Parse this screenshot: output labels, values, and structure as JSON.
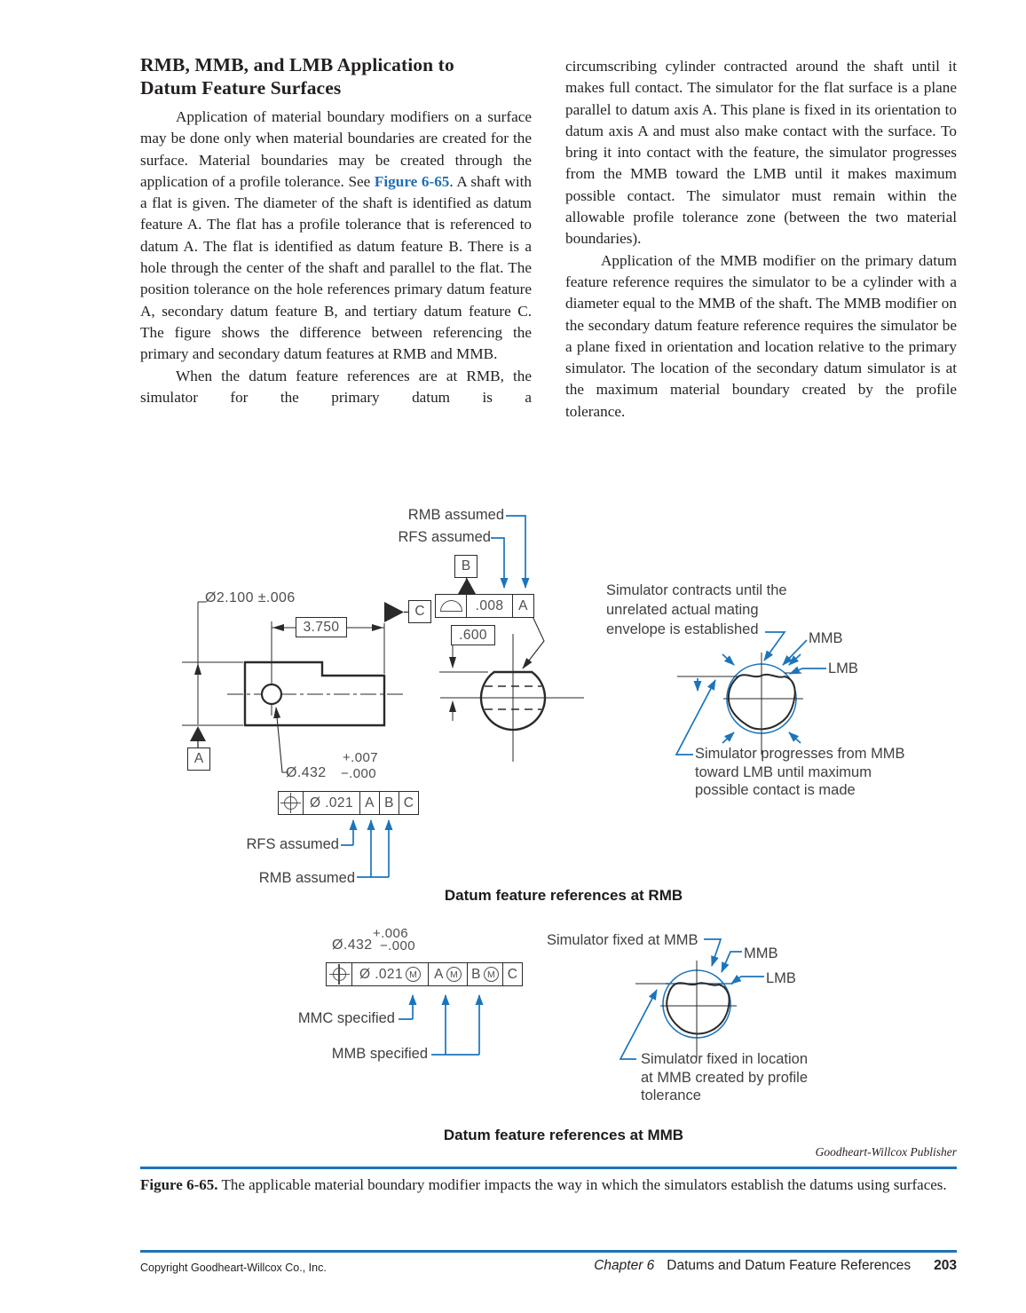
{
  "colors": {
    "accent_blue": "#1b75bc",
    "text": "#231f20",
    "dim_gray": "#4d4e50"
  },
  "article": {
    "heading_line1": "RMB, MMB, and LMB Application to",
    "heading_line2": "Datum Feature Surfaces",
    "p1_pre": "Application of material boundary modifiers on a surface may be done only when material boundaries are created for the surface. Material boundaries may be created through the application of a profile tolerance. See ",
    "p1_ref": "Figure 6-65",
    "p1_post": ". A shaft with a flat is given. The diameter of the shaft is identified as datum feature A. The flat has a profile tolerance that is referenced to datum A. The flat is identified as datum feature B. There is a hole through the center of the shaft and parallel to the flat. The position tolerance on the hole references primary datum feature A, secondary datum feature B, and tertiary datum feature C. The figure shows the difference between referencing the primary and secondary datum features at RMB and MMB.",
    "p2": "When the datum feature references are at RMB, the simulator for the primary datum is a",
    "p3": "circumscribing cylinder contracted around the shaft until it makes full contact. The simulator for the flat surface is a plane parallel to datum axis A. This plane is fixed in its orientation to datum axis A and must also make contact with the surface. To bring it into contact with the feature, the simulator progresses from the MMB toward the LMB until it makes maximum possible contact. The simulator must remain within the allowable profile tolerance zone (between the two material boundaries).",
    "p4": "Application of the MMB modifier on the primary datum feature reference requires the simulator to be a cylinder with a diameter equal to the MMB of the shaft. The MMB modifier on the secondary datum feature reference requires the simulator be a plane fixed in orientation and location relative to the primary simulator. The location of the secondary datum simulator is at the maximum material boundary created by the profile tolerance."
  },
  "figure": {
    "rmb": {
      "rmb_assumed": "RMB assumed",
      "rfs_assumed": "RFS assumed",
      "datum_a": "A",
      "datum_b": "B",
      "datum_c": "C",
      "profile_tol": ".008",
      "profile_datum": "A",
      "dia_dim": "Ø2.100 ±.006",
      "length_dim": "3.750",
      "flat_dim": ".600",
      "hole_plus": "+.007",
      "hole_dia": "Ø.432",
      "hole_minus": "−.000",
      "pos_tol": "Ø .021",
      "pos_d1": "A",
      "pos_d2": "B",
      "pos_d3": "C",
      "rfs_assumed2": "RFS assumed",
      "rmb_assumed2": "RMB assumed",
      "caption": "Datum feature references at RMB",
      "sim_contracts": [
        "Simulator contracts until the",
        "unrelated actual mating",
        "envelope is established"
      ],
      "mmb": "MMB",
      "lmb": "LMB",
      "sim_progresses": [
        "Simulator progresses from MMB",
        "toward LMB until maximum",
        "possible contact is made"
      ]
    },
    "mmb": {
      "hole_plus": "+.006",
      "hole_dia": "Ø.432",
      "hole_minus": "−.000",
      "pos_tol": "Ø .021",
      "modifier": "M",
      "pos_d1": "A",
      "pos_d2": "B",
      "pos_d3": "C",
      "mmc_specified": "MMC specified",
      "mmb_specified": "MMB specified",
      "sim_fixed": "Simulator fixed at MMB",
      "mmb": "MMB",
      "lmb": "LMB",
      "sim_fixed_loc": [
        "Simulator fixed in location",
        "at MMB created by profile",
        "tolerance"
      ],
      "caption": "Datum feature references at MMB"
    },
    "credit": "Goodheart-Willcox Publisher",
    "fig_label": "Figure 6-65.",
    "fig_caption": " The applicable material boundary modifier impacts the way in which the simulators establish the datums using surfaces."
  },
  "footer": {
    "copyright": "Copyright Goodheart-Willcox Co., Inc.",
    "chapter": "Chapter 6",
    "title": "Datums and Datum Feature References",
    "page": "203"
  }
}
